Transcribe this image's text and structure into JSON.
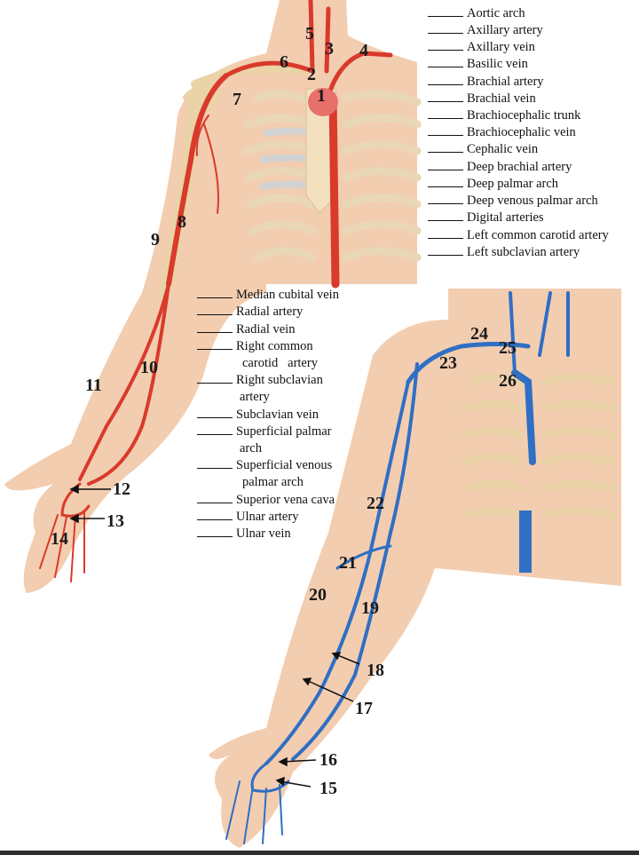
{
  "labels_top": [
    "Aortic arch",
    "Axillary artery",
    "Axillary vein",
    "Basilic vein",
    "Brachial artery",
    "Brachial vein",
    "Brachiocephalic trunk",
    "Brachiocephalic vein",
    "Cephalic vein",
    "Deep brachial artery",
    "Deep palmar arch",
    "Deep venous palmar arch",
    "Digital arteries",
    "Left common carotid artery",
    "Left subclavian artery"
  ],
  "labels_middle": [
    "Median cubital vein",
    "Radial artery",
    "Radial vein",
    "Right common",
    "carotid   artery",
    "Right subclavian",
    "artery",
    "Subclavian vein",
    "Superficial palmar",
    "arch",
    "Superficial venous",
    "palmar arch",
    "Superior vena cava",
    "Ulnar artery",
    "Ulnar vein"
  ],
  "numbers": [
    "1",
    "2",
    "3",
    "4",
    "5",
    "6",
    "7",
    "8",
    "9",
    "10",
    "11",
    "12",
    "13",
    "14",
    "15",
    "16",
    "17",
    "18",
    "19",
    "20",
    "21",
    "22",
    "23",
    "24",
    "25",
    "26"
  ],
  "colors": {
    "artery": "#d93a2b",
    "vein": "#2f6fc4",
    "skin": "#f3cdb0",
    "bone": "#ead3a6"
  }
}
